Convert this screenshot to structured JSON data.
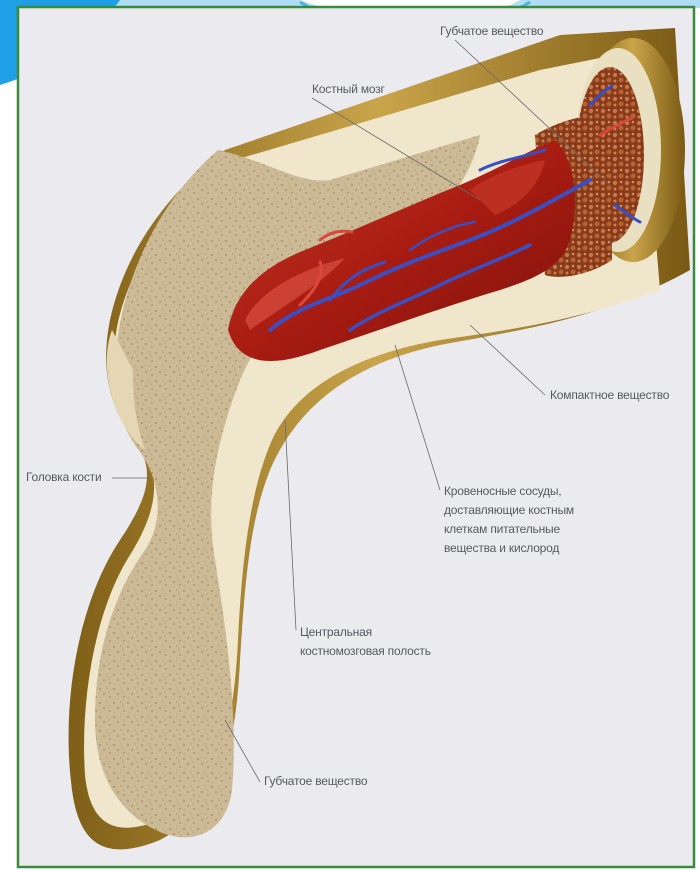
{
  "slide": {
    "accent_color": "#1e9fe6",
    "frame_color": "#3a8a3c",
    "background_color": "#ebebef"
  },
  "diagram": {
    "labels": {
      "spongy_top": "Губчатое вещество",
      "bone_marrow": "Костный мозг",
      "compact": "Компактное вещество",
      "head": "Головка кости",
      "vessels": [
        "Кровеносные сосуды,",
        "доставляющие костным",
        "клеткам питательные",
        "вещества и кислород"
      ],
      "cavity": [
        "Центральная",
        "костномозговая полость"
      ],
      "spongy_bottom": "Губчатое вещество"
    },
    "colors": {
      "spongy": "#cdbb96",
      "compact": "#efe6cb",
      "periosteum": "#a8832c",
      "marrow": "#a51f14",
      "vein": "#3a4fc4"
    }
  }
}
